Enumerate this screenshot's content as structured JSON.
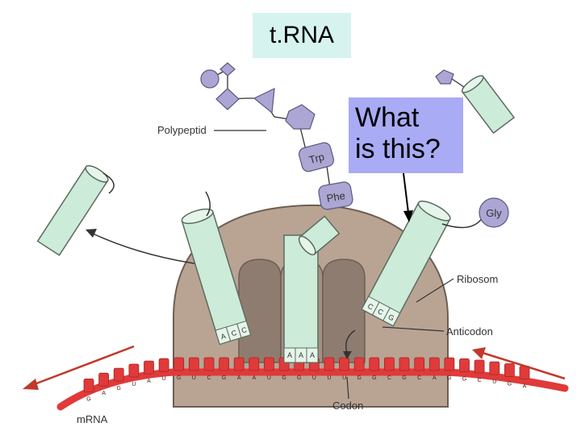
{
  "title_box": {
    "text": "t.RNA",
    "background": "#d6f3ef"
  },
  "question_box": {
    "line1": "What",
    "line2": "is this?",
    "background": "#a9abf4"
  },
  "labels": {
    "polypeptide": "Polypeptid",
    "trp": "Trp",
    "phe": "Phe",
    "gly": "Gly",
    "ribosome": "Ribosom",
    "anticodon": "Anticodon",
    "codon": "Codon",
    "mrna": "mRNA"
  },
  "anticodon_bases": {
    "left_trna": [
      "A",
      "C",
      "C"
    ],
    "middle_trna": [
      "A",
      "A",
      "A"
    ],
    "right_trna": [
      "C",
      "C",
      "G"
    ]
  },
  "mrna_sequence": [
    "G",
    "A",
    "G",
    "U",
    "A",
    "U",
    "G",
    "U",
    "C",
    "G",
    "A",
    "A",
    "U",
    "G",
    "G",
    "U",
    "U",
    "U",
    "G",
    "G",
    "C",
    "G",
    "C",
    "A",
    "G",
    "G",
    "C",
    "U",
    "G",
    "A"
  ],
  "colors": {
    "trna_fill": "#cdebd9",
    "trna_stroke": "#5c6b5f",
    "ribosome_fill": "#b9a494",
    "ribosome_inner": "#8f7c70",
    "amino_acid": "#aba6d4",
    "mrna": "#e03a3a",
    "arrow": "#333333"
  }
}
